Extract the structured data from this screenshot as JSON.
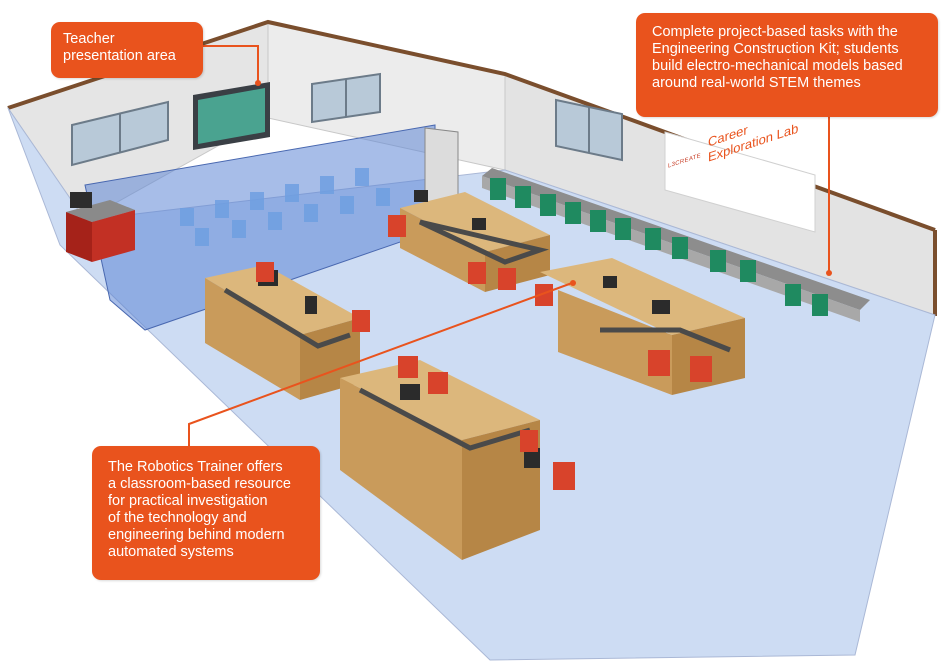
{
  "callouts": {
    "teacher": {
      "lines": [
        "Teacher",
        "presentation area"
      ]
    },
    "kit": {
      "lines": [
        "Complete project-based tasks with the",
        "Engineering Construction Kit; students",
        "build electro-mechanical models based",
        "around real-world STEM themes"
      ]
    },
    "robotics": {
      "lines": [
        "The Robotics Trainer offers",
        "a classroom-based resource",
        "for practical investigation",
        "of the technology and",
        "engineering behind modern",
        "automated systems"
      ]
    }
  },
  "wall_sign": {
    "title_lines": [
      "Career",
      "Exploration Lab"
    ],
    "brand": "L3CREATE"
  },
  "colors": {
    "accent": "#e9531d",
    "floor": "#c9daf2",
    "wall": "#e6e6e6",
    "desk_wood": "#d3a86a",
    "chair": "#d8432b",
    "bench_chair": "#1f8a60",
    "glass_partition": "#5f86d6"
  }
}
